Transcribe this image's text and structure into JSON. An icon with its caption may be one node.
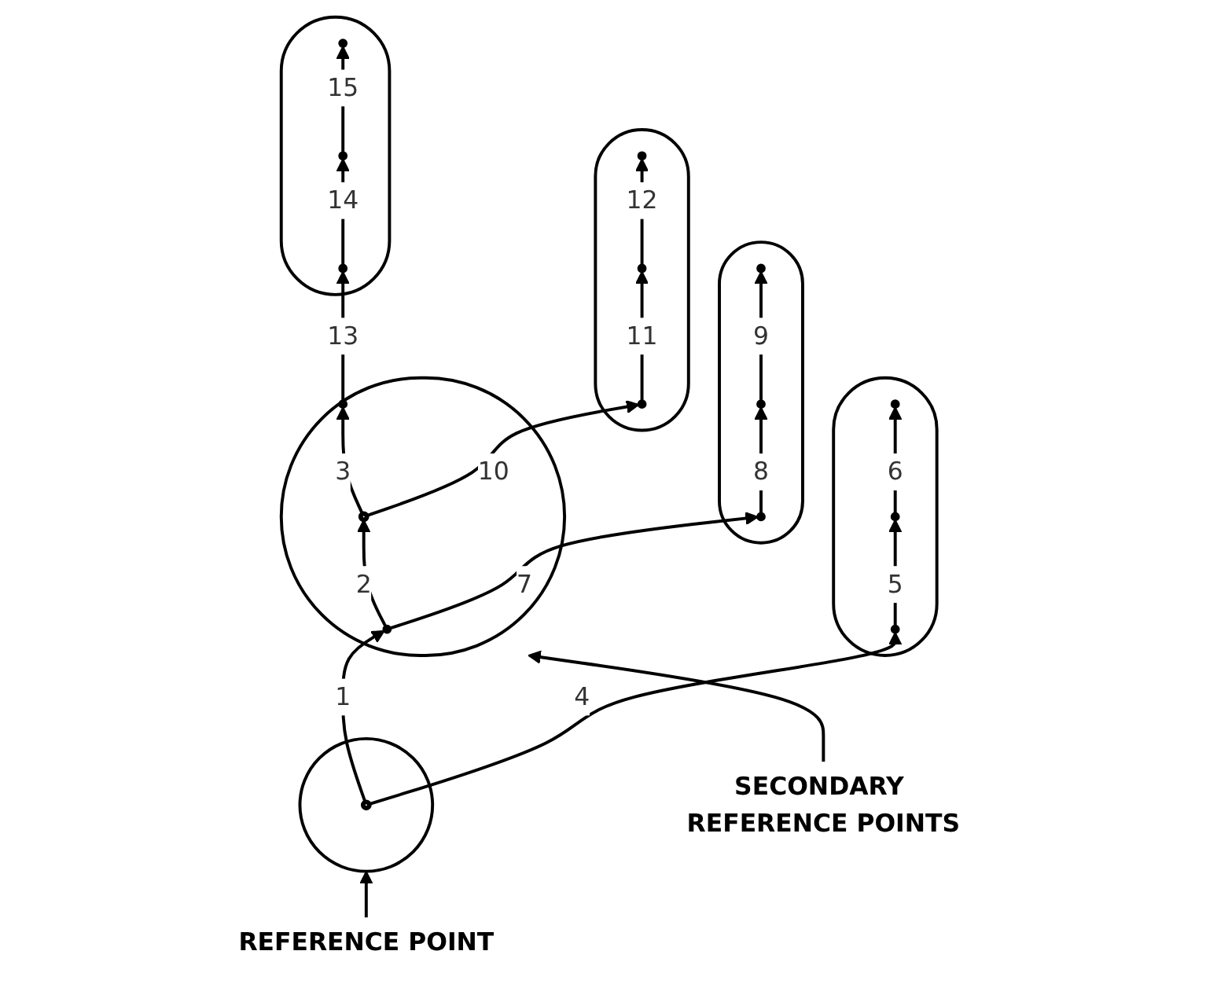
{
  "diagram": {
    "nodes": [
      {
        "text": [],
        "shape": "capsule"
      },
      {
        "text": [],
        "shape": "circle",
        "in": 0
      },
      {
        "text": [],
        "shape": "circle",
        "in": 0
      },
      {
        "text": [],
        "shape": "circle",
        "in": 0
      },
      {
        "text": [],
        "shape": "capsule"
      },
      {
        "text": [],
        "shape": "circle",
        "in": 4
      },
      {
        "text": [],
        "shape": "circle",
        "in": 4
      },
      {
        "text": [],
        "shape": "circle",
        "in": 4
      },
      {
        "text": [],
        "shape": "capsule"
      },
      {
        "text": [],
        "shape": "circle",
        "in": 8
      },
      {
        "text": [],
        "shape": "circle",
        "in": 8
      },
      {
        "text": [],
        "shape": "circle",
        "in": 8
      },
      {
        "text": [],
        "shape": "capsule"
      },
      {
        "text": [],
        "shape": "circle",
        "in": 12
      },
      {
        "text": [],
        "shape": "circle",
        "in": 12
      },
      {
        "text": [],
        "shape": "circle",
        "in": 12
      },
      {
        "text": [
          "REFERENCE POINT"
        ]
      },
      {
        "text": [],
        "shape": "circle"
      },
      {
        "text": [],
        "shape": "circle",
        "in": 17
      },
      {
        "text": [],
        "shape": "capsule"
      },
      {
        "text": [],
        "shape": "circle",
        "in": 19
      },
      {
        "text": [],
        "shape": "circle",
        "in": 19
      },
      {
        "text": [],
        "shape": "circle",
        "in": 19
      },
      {
        "text": [
          "SECONDARY REFERENCE POINTS"
        ]
      }
    ],
    "edges": [
      {
        "from": 18,
        "to": 20,
        "label": "1",
        "arrow": "to"
      },
      {
        "from": 20,
        "to": 21,
        "label": "2",
        "arrow": "to"
      },
      {
        "from": 21,
        "to": 22,
        "label": "3",
        "arrow": "to"
      },
      {
        "from": 18,
        "to": 3,
        "label": "4",
        "arrow": "to"
      },
      {
        "from": 3,
        "to": 2,
        "label": "5",
        "arrow": "to"
      },
      {
        "from": 2,
        "to": 1,
        "label": "6",
        "arrow": "to"
      },
      {
        "from": 20,
        "to": 7,
        "label": "7",
        "arrow": "to"
      },
      {
        "from": 7,
        "to": 6,
        "label": "8",
        "arrow": "to"
      },
      {
        "from": 6,
        "to": 5,
        "label": "9",
        "arrow": "to"
      },
      {
        "from": 21,
        "to": 11,
        "label": "10",
        "arrow": "to"
      },
      {
        "from": 11,
        "to": 10,
        "label": "11",
        "arrow": "to"
      },
      {
        "from": 10,
        "to": 9,
        "label": "12",
        "arrow": "to"
      },
      {
        "from": 22,
        "to": 15,
        "label": "13",
        "arrow": "to"
      },
      {
        "from": 15,
        "to": 14,
        "label": "14",
        "arrow": "to"
      },
      {
        "from": 14,
        "to": 13,
        "label": "15",
        "arrow": "to"
      },
      {
        "from": 16,
        "to": 17,
        "arrow": "to"
      },
      {
        "from": 23,
        "to": 19,
        "arrow": "to"
      }
    ]
  }
}
